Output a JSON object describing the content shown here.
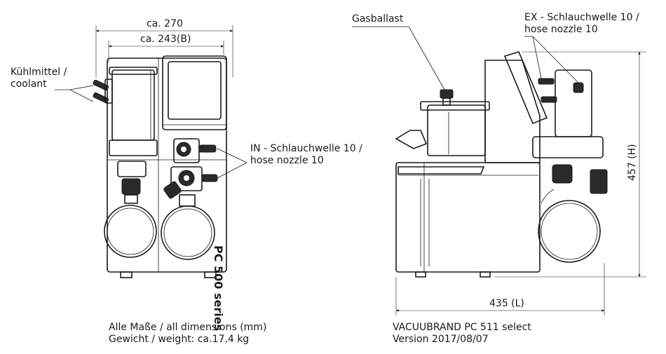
{
  "dimensions": {
    "width_overall": "ca. 270",
    "width_body": "ca. 243(B)",
    "length": "435 (L)",
    "height": "457 (H)"
  },
  "callouts": {
    "coolant_line1": "Kühlmittel /",
    "coolant_line2": "coolant",
    "inlet_line1": "IN - Schlauchwelle 10 /",
    "inlet_line2": "hose nozzle 10",
    "gasballast": "Gasballast",
    "exhaust_line1": "EX - Schlauchwelle 10 /",
    "exhaust_line2": "hose nozzle 10"
  },
  "product_label": "PC 500 series",
  "footer": {
    "dims_note": "Alle Maße / all dimensions (mm)",
    "weight_note": "Gewicht / weight:  ca.17,4 kg",
    "model": "VACUUBRAND PC 511 select",
    "version": "Version 2017/08/07"
  }
}
